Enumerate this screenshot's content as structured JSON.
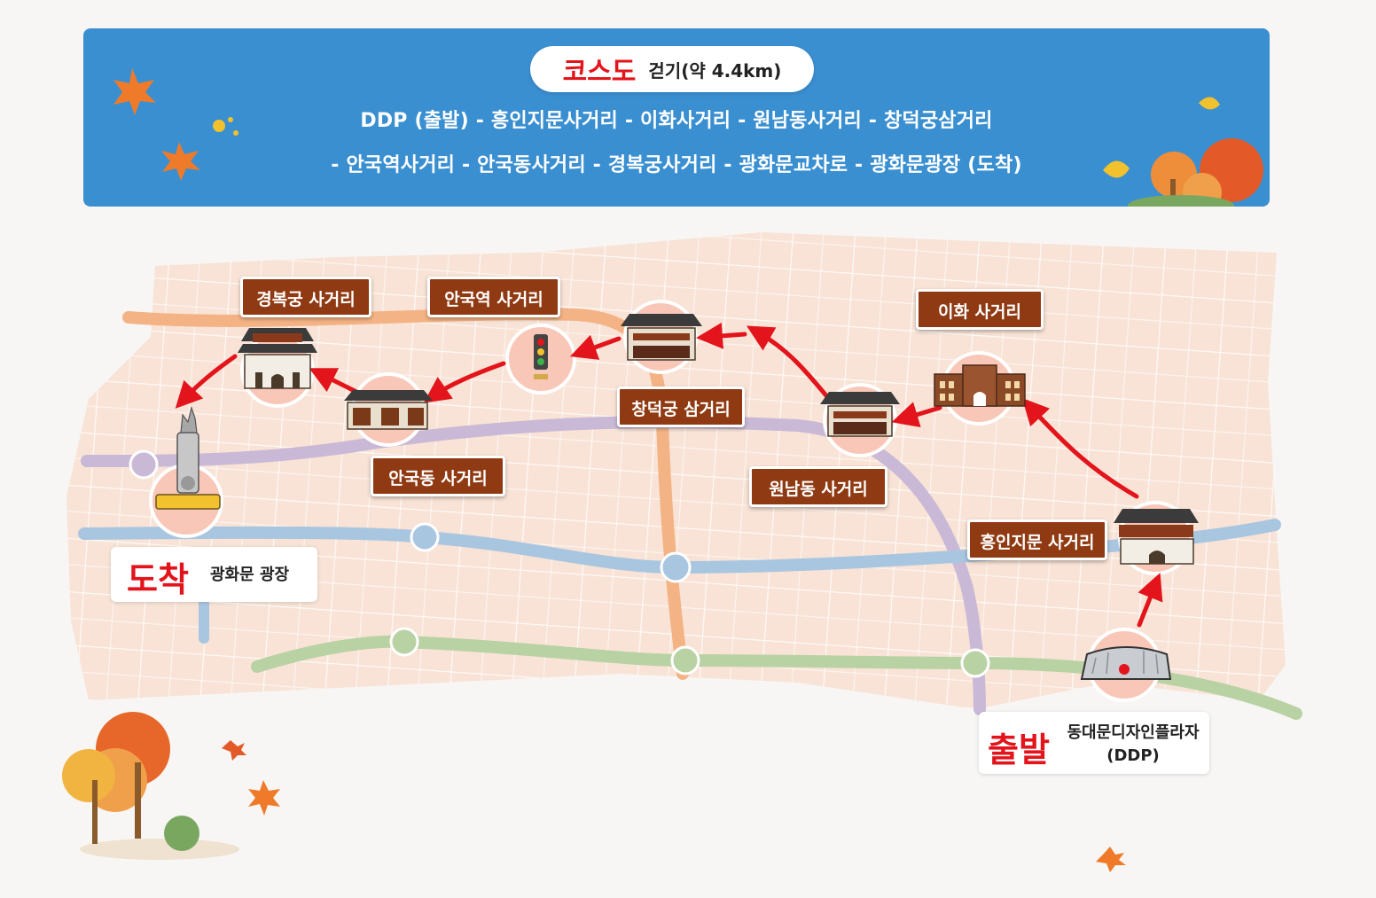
{
  "header": {
    "title": "코스도",
    "subtitle": "걷기(약 4.4km)",
    "route_line_1": "DDP (출발) - 흥인지문사거리 - 이화사거리 - 원남동사거리 - 창덕궁삼거리",
    "route_line_2": "- 안국역사거리 - 안국동사거리 - 경복궁사거리 - 광화문교차로 - 광화문광장 (도착)"
  },
  "stops": {
    "gyeongbokgung": "경복궁 사거리",
    "anguk_station": "안국역 사거리",
    "changdeokgung": "창덕궁 삼거리",
    "ihwa": "이화 사거리",
    "angukdong": "안국동 사거리",
    "wonnamdong": "원남동 사거리",
    "heunginjimun": "흥인지문 사거리"
  },
  "arrival": {
    "label": "도착",
    "place": "광화문 광장"
  },
  "departure": {
    "label": "출발",
    "place_line_1": "동대문디자인플라자",
    "place_line_2": "(DDP)"
  },
  "colors": {
    "banner": "#3a8fd1",
    "accent_red": "#e3141b",
    "stop_label": "#8f3a12",
    "line_orange": "#f4b384",
    "line_purple": "#c9b9d6",
    "line_blue": "#a9c6e1",
    "line_green": "#b9d2a4",
    "map_land": "#f8e3d6"
  },
  "icons": [
    "gate-icon",
    "traffic-light-icon",
    "statue-icon",
    "ddp-building-icon",
    "brick-building-icon",
    "maple-leaf-icon",
    "autumn-tree-icon"
  ]
}
